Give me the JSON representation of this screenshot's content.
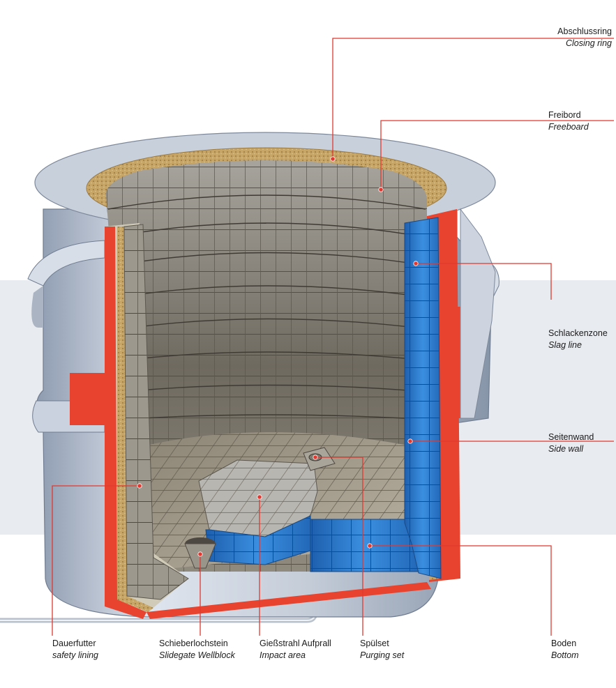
{
  "colors": {
    "leader_line": "#e2382f",
    "shell_steel": "#c9d2de",
    "safety_red": "#e8432e",
    "blue_brick": "#2f7fd3",
    "grey_brick": "#8f8a80",
    "ring_sand": "#c7a566",
    "band_bg": "#e8ebf0",
    "nozzle_pipe": "#b9c2cc"
  },
  "labels": {
    "closing_ring": {
      "de": "Abschlussring",
      "en": "Closing ring"
    },
    "freeboard": {
      "de": "Freibord",
      "en": "Freeboard"
    },
    "slag_line": {
      "de": "Schlackenzone",
      "en": "Slag line"
    },
    "side_wall": {
      "de": "Seitenwand",
      "en": "Side wall"
    },
    "safety_lining": {
      "de": "Dauerfutter",
      "en": "safety lining"
    },
    "slidegate": {
      "de": "Schieberlochstein",
      "en": "Slidegate Wellblock"
    },
    "impact_area": {
      "de": "Gießstrahl Aufprall",
      "en": "Impact area"
    },
    "purging_set": {
      "de": "Spülset",
      "en": "Purging set"
    },
    "bottom": {
      "de": "Boden",
      "en": "Bottom"
    }
  }
}
